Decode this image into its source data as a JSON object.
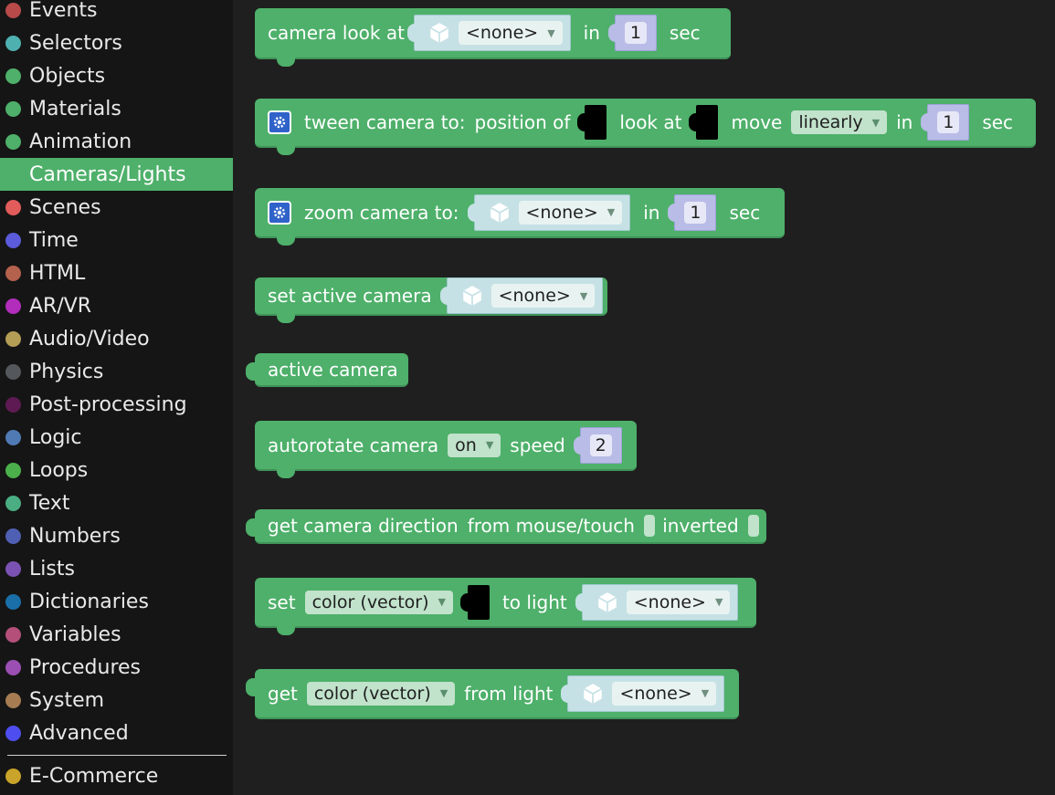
{
  "sidebar": {
    "items": [
      {
        "label": "Events",
        "color": "#b84a4a"
      },
      {
        "label": "Selectors",
        "color": "#4fb0b0"
      },
      {
        "label": "Objects",
        "color": "#4eb06a"
      },
      {
        "label": "Materials",
        "color": "#4eb06a"
      },
      {
        "label": "Animation",
        "color": "#4eb06a"
      },
      {
        "label": "Cameras/Lights",
        "color": "#4eb06a",
        "selected": true
      },
      {
        "label": "Scenes",
        "color": "#e35c5c"
      },
      {
        "label": "Time",
        "color": "#5b5bdb"
      },
      {
        "label": "HTML",
        "color": "#b4614e"
      },
      {
        "label": "AR/VR",
        "color": "#b22dbb"
      },
      {
        "label": "Audio/Video",
        "color": "#b49d55"
      },
      {
        "label": "Physics",
        "color": "#54575c"
      },
      {
        "label": "Post-processing",
        "color": "#5e1a52"
      },
      {
        "label": "Logic",
        "color": "#4f7ab3"
      },
      {
        "label": "Loops",
        "color": "#4bb04b"
      },
      {
        "label": "Text",
        "color": "#4aae82"
      },
      {
        "label": "Numbers",
        "color": "#4f5fb3"
      },
      {
        "label": "Lists",
        "color": "#7b52b3"
      },
      {
        "label": "Dictionaries",
        "color": "#1a6fa8"
      },
      {
        "label": "Variables",
        "color": "#b44f7a"
      },
      {
        "label": "Procedures",
        "color": "#9b4fb3"
      },
      {
        "label": "System",
        "color": "#a67c52"
      },
      {
        "label": "Advanced",
        "color": "#4e4ef0"
      }
    ],
    "extra": {
      "label": "E-Commerce",
      "color": "#c9a32a"
    }
  },
  "blocks": {
    "look_at": {
      "t1": "camera look at",
      "obj": "<none>",
      "t2": "in",
      "num": "1",
      "t3": "sec"
    },
    "tween": {
      "t1": "tween camera to:",
      "t2": "position of",
      "t3": "look at",
      "t4": "move",
      "mode": "linearly",
      "t5": "in",
      "num": "1",
      "t6": "sec"
    },
    "zoom": {
      "t1": "zoom camera to:",
      "obj": "<none>",
      "t2": "in",
      "num": "1",
      "t3": "sec"
    },
    "set_active": {
      "t1": "set active camera",
      "obj": "<none>"
    },
    "active": {
      "t1": "active camera"
    },
    "autorotate": {
      "t1": "autorotate camera",
      "state": "on",
      "t2": "speed",
      "num": "2"
    },
    "direction": {
      "t1": "get camera direction",
      "t2": "from mouse/touch",
      "t3": "inverted"
    },
    "set_color": {
      "t1": "set",
      "prop": "color (vector)",
      "t2": "to light",
      "obj": "<none>"
    },
    "get_color": {
      "t1": "get",
      "prop": "color (vector)",
      "t2": "from light",
      "obj": "<none>"
    }
  }
}
